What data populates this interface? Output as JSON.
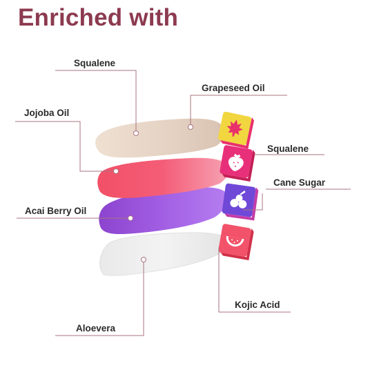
{
  "title": "Enriched with",
  "labels": {
    "squalene_top": "Squalene",
    "grapeseed": "Grapeseed Oil",
    "jojoba": "Jojoba Oil",
    "squalene_right": "Squalene",
    "cane_sugar": "Cane Sugar",
    "acai": "Acai Berry Oil",
    "kojic": "Kojic Acid",
    "aloevera": "Aloevera"
  },
  "colors": {
    "title": "#8c3a4f",
    "leader_line": "#a8737f",
    "swatch_cream": "#e6d4c6",
    "swatch_pink": "#f24e68",
    "swatch_purple": "#9a4fd8",
    "swatch_clear": "#ececec",
    "cube_yellow": "#f2d640",
    "cube_pink": "#e8307a",
    "cube_purple": "#7048d8",
    "cube_coral": "#f2526a"
  },
  "icons": [
    "maple-leaf-icon",
    "strawberry-icon",
    "berries-icon",
    "watermelon-icon"
  ]
}
